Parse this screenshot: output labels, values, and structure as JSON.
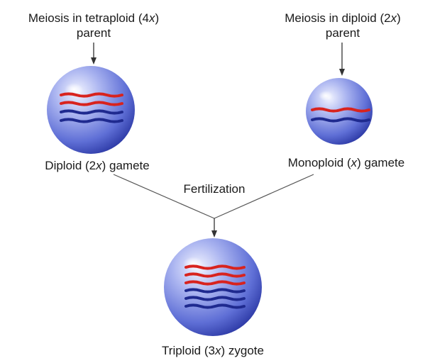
{
  "parents": {
    "left": {
      "line1_prefix": "Meiosis in tetraploid (4",
      "line1_italic": "x",
      "line1_suffix": ")",
      "line2": "parent"
    },
    "right": {
      "line1_prefix": "Meiosis in diploid (2",
      "line1_italic": "x",
      "line1_suffix": ")",
      "line2": "parent"
    }
  },
  "gametes": {
    "left": {
      "prefix": "Diploid (2",
      "italic": "x",
      "suffix": ") gamete",
      "red_chromosomes": 2,
      "blue_chromosomes": 2
    },
    "right": {
      "prefix": "Monoploid (",
      "italic": "x",
      "suffix": ") gamete",
      "red_chromosomes": 1,
      "blue_chromosomes": 1
    }
  },
  "process": {
    "label": "Fertilization"
  },
  "zygote": {
    "prefix": "Triploid (3",
    "italic": "x",
    "suffix": ") zygote",
    "red_chromosomes": 3,
    "blue_chromosomes": 3
  },
  "colors": {
    "red_chromosome": "#d8231e",
    "blue_chromosome": "#1f2a8f",
    "cell_light": "#dfe4fb",
    "cell_mid": "#7f8ee6",
    "cell_dark": "#3a4ab8",
    "arrow": "#333333"
  }
}
